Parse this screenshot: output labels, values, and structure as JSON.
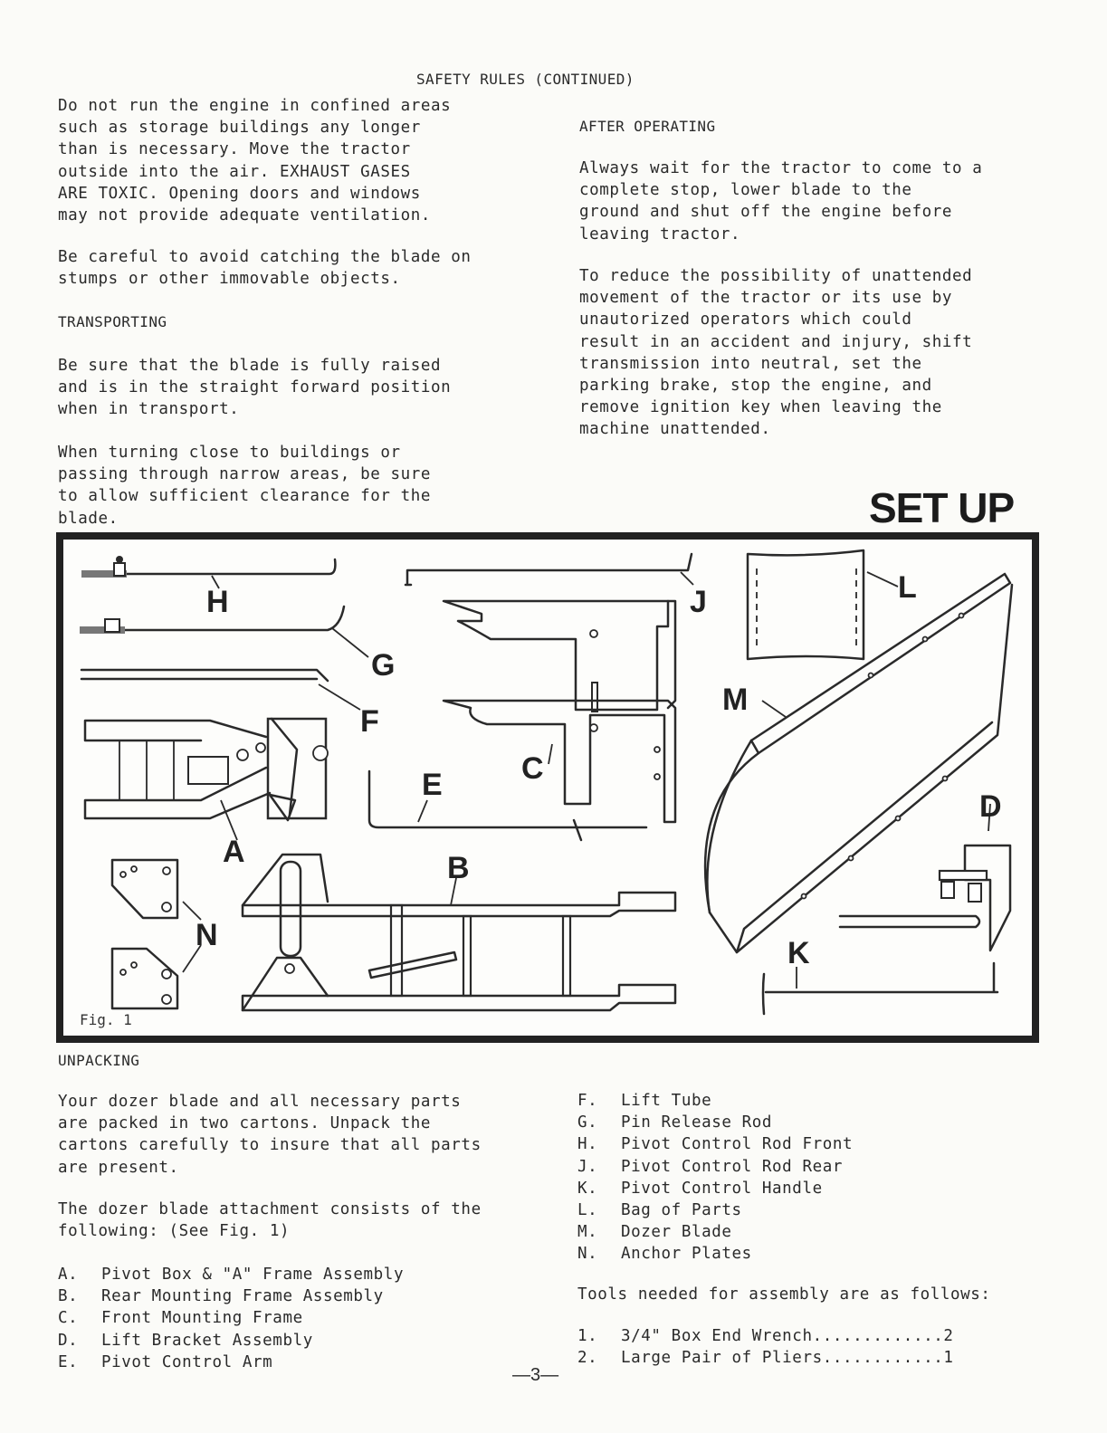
{
  "header": {
    "title": "SAFETY RULES (CONTINUED)"
  },
  "left_col": {
    "p1": "Do not run the engine in confined areas\nsuch as storage buildings any longer\nthan is necessary.  Move the tractor\noutside into the air.  EXHAUST GASES\nARE TOXIC.  Opening doors and windows\nmay not provide adequate ventilation.",
    "p2": "Be careful to avoid catching the blade on\nstumps or other immovable objects.",
    "transport_heading": "TRANSPORTING",
    "p3": "Be sure that the blade is fully raised\nand is in the straight forward position\nwhen in transport.",
    "p4": "When turning close to buildings or\npassing through narrow areas, be sure\nto allow sufficient clearance for the\nblade."
  },
  "right_col": {
    "heading": "AFTER OPERATING",
    "p1": "Always wait for the tractor to come to a\ncomplete stop, lower blade to the\nground and shut off the engine before\nleaving tractor.",
    "p2": "To reduce the possibility of unattended\nmovement of the tractor or its use by\nunautorized operators which could\nresult in an accident and injury, shift\ntransmission into neutral, set the\nparking brake, stop the engine, and\nremove ignition key when leaving the\nmachine unattended."
  },
  "setup_title": "SET UP",
  "figure": {
    "caption": "Fig. 1",
    "labels": {
      "A": "A",
      "B": "B",
      "C": "C",
      "D": "D",
      "E": "E",
      "F": "F",
      "G": "G",
      "H": "H",
      "J": "J",
      "K": "K",
      "L": "L",
      "M": "M",
      "N": "N"
    }
  },
  "unpacking": {
    "heading": "UNPACKING",
    "p1": "Your dozer blade and all necessary parts\nare packed in two cartons.  Unpack the\ncartons carefully to insure that all parts\nare present.",
    "p2": "The dozer blade attachment consists of the\nfollowing:  (See Fig. 1)"
  },
  "parts_left": [
    {
      "key": "A.",
      "name": "Pivot Box & \"A\" Frame Assembly"
    },
    {
      "key": "B.",
      "name": "Rear Mounting Frame Assembly"
    },
    {
      "key": "C.",
      "name": "Front Mounting Frame"
    },
    {
      "key": "D.",
      "name": "Lift Bracket Assembly"
    },
    {
      "key": "E.",
      "name": "Pivot Control Arm"
    }
  ],
  "parts_right": [
    {
      "key": "F.",
      "name": "Lift Tube"
    },
    {
      "key": "G.",
      "name": "Pin Release Rod"
    },
    {
      "key": "H.",
      "name": "Pivot Control Rod Front"
    },
    {
      "key": "J.",
      "name": "Pivot Control Rod Rear"
    },
    {
      "key": "K.",
      "name": "Pivot Control Handle"
    },
    {
      "key": "L.",
      "name": "Bag of Parts"
    },
    {
      "key": "M.",
      "name": "Dozer Blade"
    },
    {
      "key": "N.",
      "name": "Anchor Plates"
    }
  ],
  "tools": {
    "heading": "Tools needed for assembly are as follows:",
    "items": [
      {
        "key": "1.",
        "name": "3/4\" Box End Wrench.............2"
      },
      {
        "key": "2.",
        "name": "Large Pair of Pliers............1"
      }
    ]
  },
  "page_number": "—3—"
}
